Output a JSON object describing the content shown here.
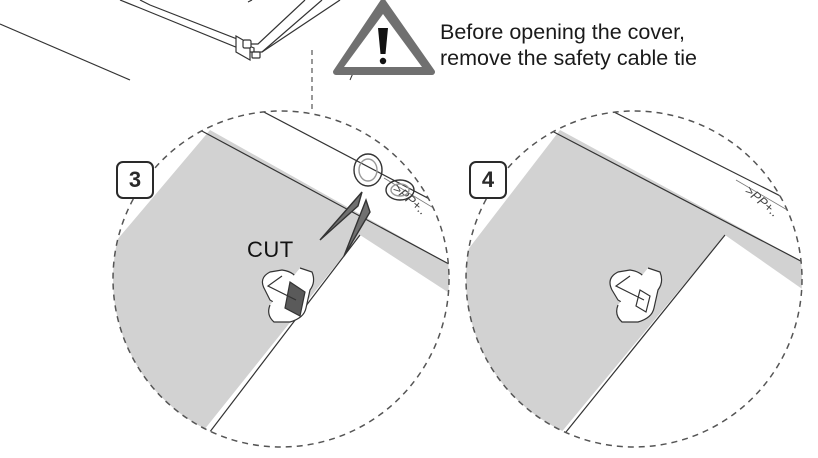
{
  "warning": {
    "line1": "Before opening the cover,",
    "line2": "remove the safety cable tie",
    "icon": "warning-triangle-icon"
  },
  "steps": {
    "step3": "3",
    "step4": "4"
  },
  "labels": {
    "cut": "CUT"
  },
  "colors": {
    "panel_gray": "#d2d2d2",
    "warning_triangle": "#707070",
    "outline": "#333333",
    "tie_dark": "#5a5a5a"
  }
}
